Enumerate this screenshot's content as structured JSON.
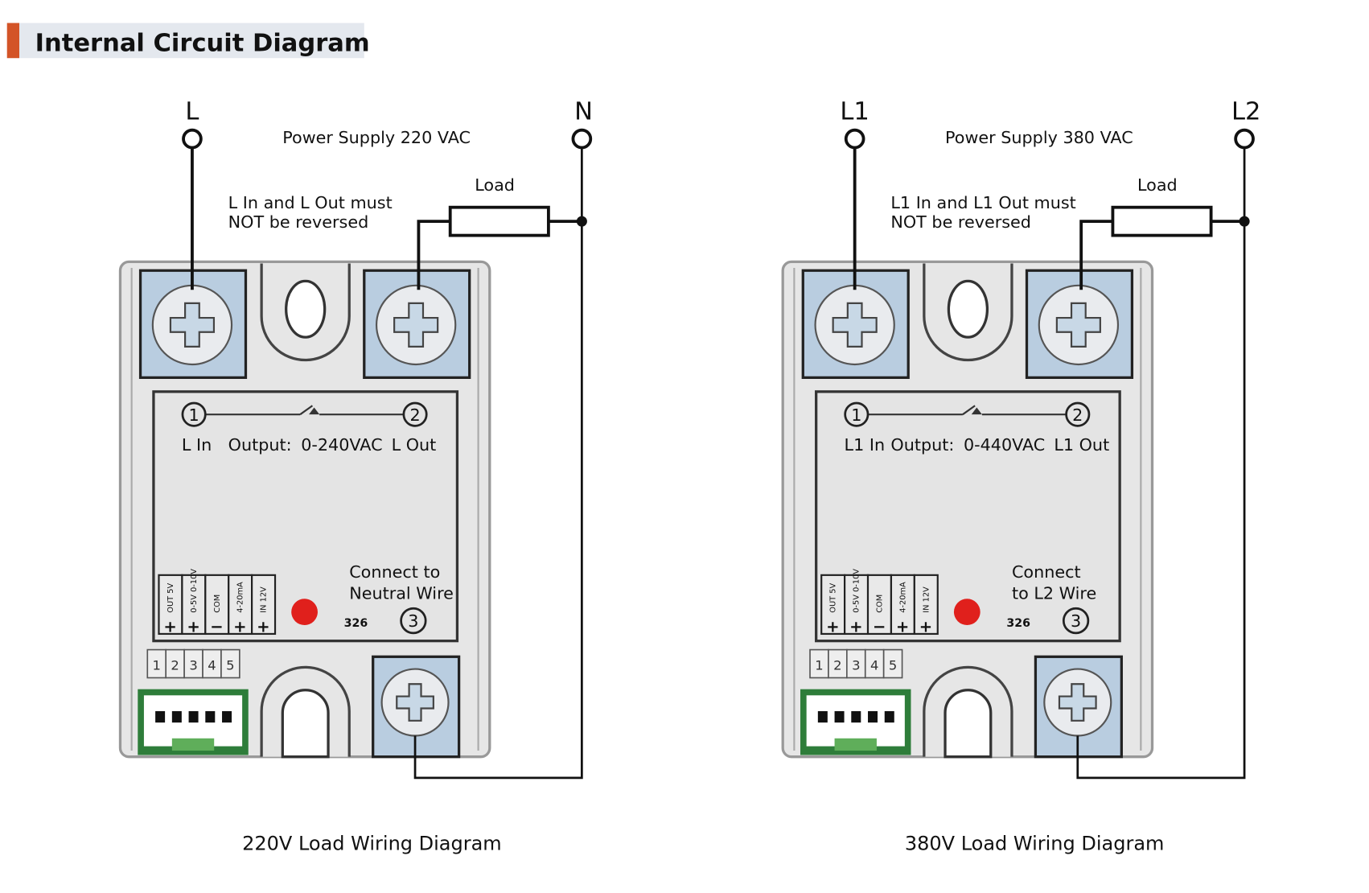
{
  "heading": {
    "title": "Internal Circuit Diagram",
    "accent_color": "#d35427",
    "background_color": "#e4e8ee"
  },
  "colors": {
    "terminal_block": "#b9cde0",
    "body": "#e6e6e6",
    "connector_green": "#2e7d3a",
    "led_red": "#e0201c"
  },
  "diagrams": [
    {
      "line_a": "L",
      "line_b": "N",
      "power_supply": "Power Supply 220 VAC",
      "warning_line1": "L In and L Out must",
      "warning_line2": "NOT be reversed",
      "load": "Load",
      "pin1": "1",
      "pin2": "2",
      "pin3": "3",
      "in_label": "L In",
      "output_label": "Output:",
      "output_range": "0-240VAC",
      "out_label": "L Out",
      "connect_line1": "Connect to",
      "connect_line2": "Neutral Wire",
      "model": "326",
      "caption": "220V Load Wiring Diagram"
    },
    {
      "line_a": "L1",
      "line_b": "L2",
      "power_supply": "Power Supply 380 VAC",
      "warning_line1": "L1 In and L1 Out must",
      "warning_line2": "NOT be reversed",
      "load": "Load",
      "pin1": "1",
      "pin2": "2",
      "pin3": "3",
      "in_label": "L1 In",
      "output_label": "Output:",
      "output_range": "0-440VAC",
      "out_label": "L1 Out",
      "connect_line1": "Connect",
      "connect_line2": "to L2 Wire",
      "model": "326",
      "caption": "380V Load Wiring Diagram"
    }
  ],
  "control_terminals": [
    {
      "label": "OUT 5V",
      "sign": "+"
    },
    {
      "label": "0-5V 0-10V",
      "sign": "+"
    },
    {
      "label": "COM",
      "sign": "−"
    },
    {
      "label": "4-20mA",
      "sign": "+"
    },
    {
      "label": "IN 12V",
      "sign": "+"
    }
  ],
  "terminal_numbers": [
    "1",
    "2",
    "3",
    "4",
    "5"
  ]
}
